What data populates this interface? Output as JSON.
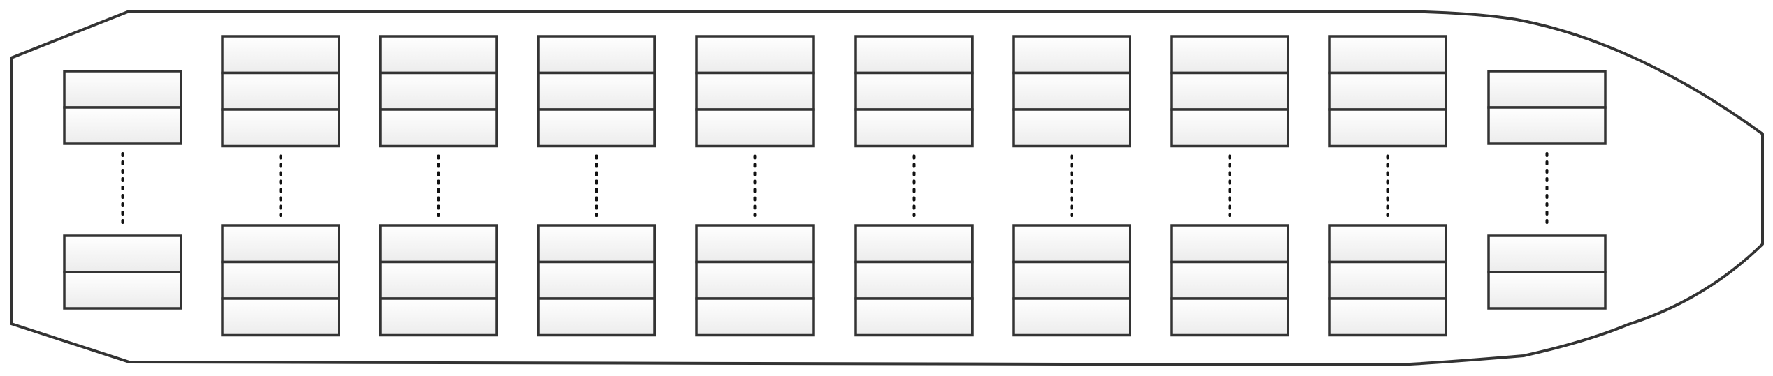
{
  "colors": {
    "outline": "#333333",
    "background": "#ffffff",
    "block_fill_top": "#ffffff",
    "block_fill_bottom": "#ececec",
    "connector": "#111111"
  },
  "columns": [
    {
      "id": "col-1",
      "top_slots": 2,
      "bottom_slots": 2
    },
    {
      "id": "col-2",
      "top_slots": 3,
      "bottom_slots": 3
    },
    {
      "id": "col-3",
      "top_slots": 3,
      "bottom_slots": 3
    },
    {
      "id": "col-4",
      "top_slots": 3,
      "bottom_slots": 3
    },
    {
      "id": "col-5",
      "top_slots": 3,
      "bottom_slots": 3
    },
    {
      "id": "col-6",
      "top_slots": 3,
      "bottom_slots": 3
    },
    {
      "id": "col-7",
      "top_slots": 3,
      "bottom_slots": 3
    },
    {
      "id": "col-8",
      "top_slots": 3,
      "bottom_slots": 3
    },
    {
      "id": "col-9",
      "top_slots": 3,
      "bottom_slots": 3
    },
    {
      "id": "col-10",
      "top_slots": 2,
      "bottom_slots": 2
    }
  ]
}
